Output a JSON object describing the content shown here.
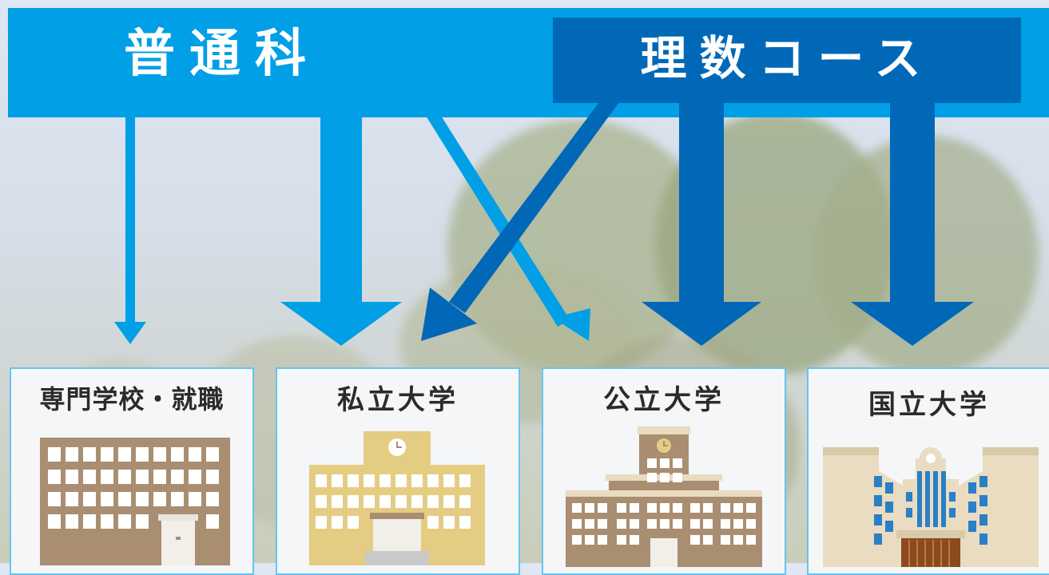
{
  "banner": {
    "title": "普通科"
  },
  "course": {
    "title": "理数コース"
  },
  "destinations": [
    {
      "label": "専門学校・就職"
    },
    {
      "label": "私立大学"
    },
    {
      "label": "公立大学"
    },
    {
      "label": "国立大学"
    }
  ],
  "colors": {
    "futsuka_blue": "#009fe6",
    "risu_blue": "#0068b7",
    "box_border": "#66c4f0"
  }
}
